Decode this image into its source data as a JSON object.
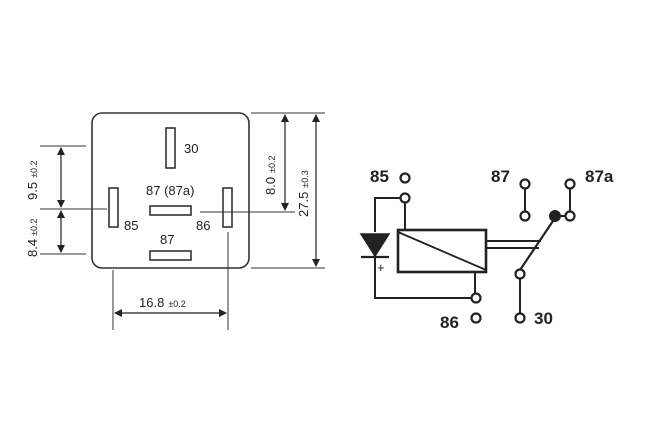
{
  "footprint": {
    "pins": {
      "p30": "30",
      "p87_87a": "87 (87a)",
      "p85": "85",
      "p86": "86",
      "p87": "87"
    },
    "dimensions": {
      "left_upper": {
        "value": "9.5",
        "tol": "±0.2"
      },
      "left_lower": {
        "value": "8.4",
        "tol": "±0.2"
      },
      "right_inner": {
        "value": "8.0",
        "tol": "±0.2"
      },
      "right_outer": {
        "value": "27.5",
        "tol": "±0.3"
      },
      "bottom": {
        "value": "16.8",
        "tol": "±0.2"
      }
    }
  },
  "schematic": {
    "terminals": {
      "t85": "85",
      "t87": "87",
      "t87a": "87a",
      "t86": "86",
      "t30": "30"
    },
    "diode_plus": "+"
  }
}
